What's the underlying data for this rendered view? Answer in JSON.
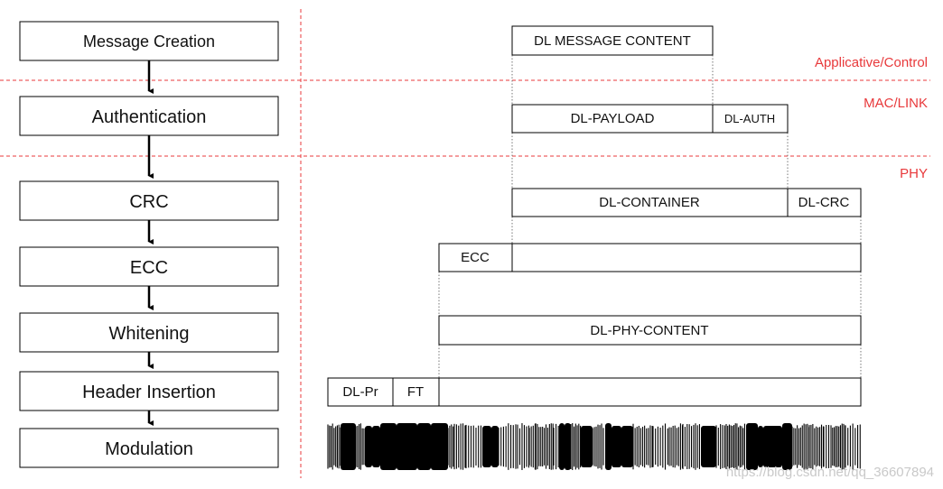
{
  "colors": {
    "layer_line": "#e8393b",
    "layer_label": "#e8393b"
  },
  "process_steps": [
    "Message Creation",
    "Authentication",
    "CRC",
    "ECC",
    "Whitening",
    "Header Insertion",
    "Modulation"
  ],
  "layers": {
    "applicative": "Applicative/Control",
    "mac_link": "MAC/LINK",
    "phy": "PHY"
  },
  "frames": {
    "dl_message_content": "DL MESSAGE CONTENT",
    "dl_payload": "DL-PAYLOAD",
    "dl_auth": "DL-AUTH",
    "dl_container": "DL-CONTAINER",
    "dl_crc": "DL-CRC",
    "ecc": "ECC",
    "dl_phy_content": "DL-PHY-CONTENT",
    "dl_pr": "DL-Pr",
    "ft": "FT"
  },
  "watermark": "https://blog.csdn.net/qq_36607894"
}
